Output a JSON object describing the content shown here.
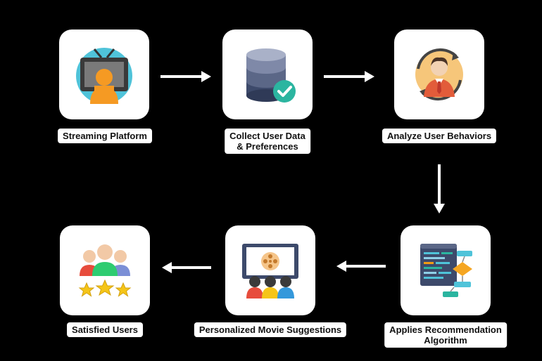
{
  "steps": [
    {
      "id": "streaming-platform",
      "lines": [
        "Streaming Platform"
      ],
      "icon": "tv-viewer-icon"
    },
    {
      "id": "collect-user-data",
      "lines": [
        "Collect User Data",
        "& Preferences"
      ],
      "icon": "database-check-icon"
    },
    {
      "id": "analyze-user-behaviors",
      "lines": [
        "Analyze User Behaviors"
      ],
      "icon": "user-analysis-icon"
    },
    {
      "id": "applies-recommendation-algorithm",
      "lines": [
        "Applies Recommendation",
        "Algorithm"
      ],
      "icon": "flowchart-code-icon"
    },
    {
      "id": "personalized-movie-suggestions",
      "lines": [
        "Personalized Movie Suggestions"
      ],
      "icon": "cinema-audience-icon"
    },
    {
      "id": "satisfied-users",
      "lines": [
        "Satisfied Users"
      ],
      "icon": "users-stars-icon"
    }
  ],
  "colors": {
    "background": "#000000",
    "card": "#ffffff",
    "arrow": "#ffffff",
    "orange": "#f39c12",
    "teal": "#2bb5a0",
    "navy": "#3d4a6b",
    "gold": "#f5c518"
  }
}
